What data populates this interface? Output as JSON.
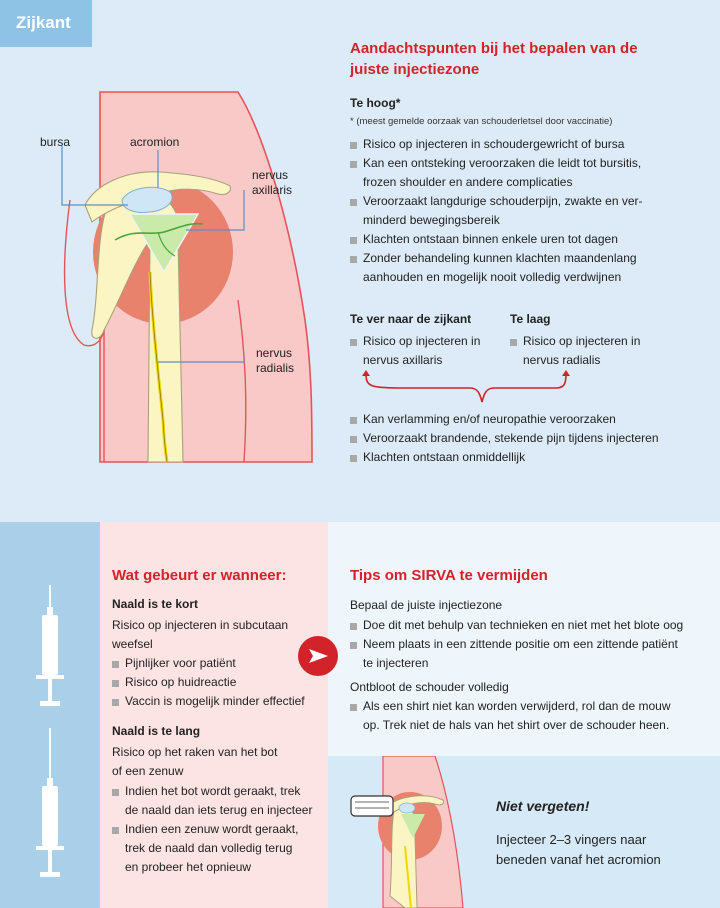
{
  "header": {
    "tag": "Zijkant"
  },
  "diagram": {
    "labels": {
      "bursa": "bursa",
      "acromion": "acromion",
      "nervus_axillaris_1": "nervus",
      "nervus_axillaris_2": "axillaris",
      "nervus_radialis_1": "nervus",
      "nervus_radialis_2": "radialis"
    }
  },
  "attention": {
    "title_1": "Aandachtspunten bij het bepalen van de",
    "title_2": "juiste injectiezone",
    "too_high": {
      "heading": "Te hoog*",
      "note": "* (meest gemelde oorzaak van schouderletsel door vaccinatie)",
      "items": [
        "Risico op injecteren in schoudergewricht of bursa",
        "Kan een ontsteking veroorzaken die leidt tot bursitis,",
        "frozen shoulder en andere complicaties",
        "Veroorzaakt langdurige schouderpijn, zwakte en ver-",
        "minderd bewegingsbereik",
        "Klachten ontstaan binnen enkele uren tot dagen",
        "Zonder behandeling kunnen klachten maandenlang",
        "aanhouden en mogelijk nooit volledig verdwijnen"
      ]
    },
    "too_far": {
      "heading": "Te ver naar de zijkant",
      "item_1": "Risico op injecteren in",
      "item_2": "nervus axillaris"
    },
    "too_low": {
      "heading": "Te laag",
      "item_1": "Risico op injecteren in",
      "item_2": "nervus radialis"
    },
    "common": [
      "Kan verlamming en/of neuropathie veroorzaken",
      "Veroorzaakt brandende, stekende pijn tijdens injecteren",
      "Klachten ontstaan onmiddellijk"
    ]
  },
  "what_happens": {
    "title": "Wat gebeurt er wanneer:",
    "short": {
      "heading": "Naald is te kort",
      "intro_1": "Risico op injecteren in subcutaan",
      "intro_2": "weefsel",
      "items": [
        "Pijnlijker voor patiënt",
        "Risico op huidreactie",
        "Vaccin is mogelijk minder effectief"
      ]
    },
    "long": {
      "heading": "Naald is te lang",
      "intro_1": "Risico op het raken van het bot",
      "intro_2": "of een zenuw",
      "item_1": [
        "Indien het bot wordt geraakt, trek",
        "de naald dan iets terug en injecteer"
      ],
      "item_2": [
        "Indien een zenuw wordt geraakt,",
        "trek de naald dan volledig terug",
        "en probeer het opnieuw"
      ]
    }
  },
  "tips": {
    "title": "Tips om SIRVA te vermijden",
    "zone_heading": "Bepaal de juiste injectiezone",
    "zone_items": [
      [
        "Doe dit met behulp van technieken en niet met het blote oog"
      ],
      [
        "Neem plaats in een zittende positie om een zittende patiënt",
        "te injecteren"
      ]
    ],
    "expose_heading": "Ontbloot de schouder volledig",
    "expose_items": [
      [
        "Als een shirt niet kan worden verwijderd, rol dan de mouw",
        "op. Trek niet de hals van het shirt over de schouder heen."
      ]
    ]
  },
  "reminder": {
    "title": "Niet vergeten!",
    "line_1": "Injecteer 2–3 vingers naar",
    "line_2": "beneden vanaf het acromion"
  },
  "colors": {
    "red": "#d2232a",
    "light_blue": "#dcebf7",
    "blue_tag": "#8ec3e6",
    "pink": "#fde4e4",
    "skin": "#f8c9c6",
    "muscle": "#e9826d",
    "bone": "#fbf5c4",
    "target": "#c9eaa8"
  }
}
